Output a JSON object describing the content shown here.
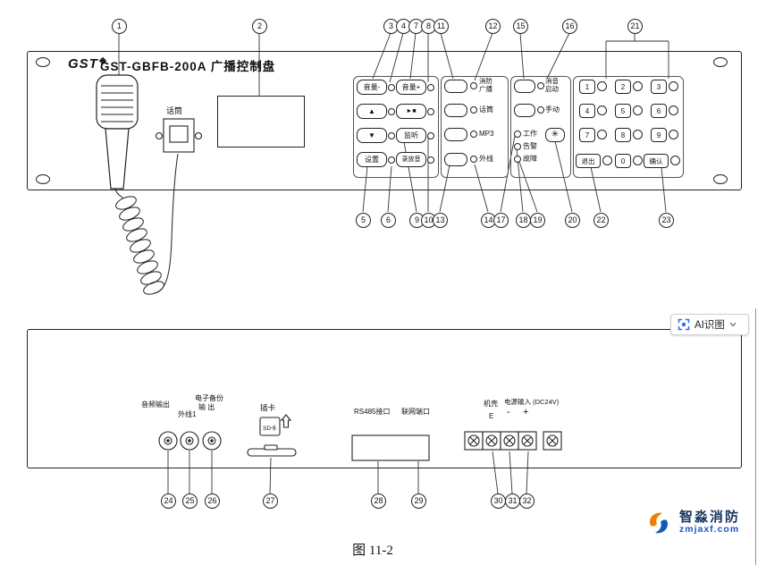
{
  "figure": {
    "caption": "图 11-2"
  },
  "overlay": {
    "ai_button_label": "AI识图"
  },
  "watermark": {
    "name": "智淼消防",
    "url": "zmjaxf.com"
  },
  "colors": {
    "line": "#222222",
    "accent_blue": "#2f6fe4",
    "logo_orange": "#ef7d00",
    "logo_blue": "#1659b5",
    "logo_navy": "#16355e"
  },
  "icons": {
    "ai_button": "scan-frame-icon",
    "dropdown": "chevron-down-icon",
    "sd_insert": "up-arrow-outline-icon",
    "gst_logo_star": "diamond-star",
    "microphone": "handheld-mic-with-coiled-cord"
  },
  "front": {
    "brand": "GST",
    "title": "GST-GBFB-200A 广播控制盘",
    "mic_label": "话筒",
    "keys": {
      "volume_minus": "音量-",
      "volume_plus": "音量+",
      "track_up": "▲",
      "play_stop": "►■",
      "track_down": "▼",
      "monitor": "监听",
      "setup": "设置",
      "record_play": "录放音",
      "mute_start": "消音启动",
      "manual": "手动",
      "self_test": "✳",
      "exit": "退出",
      "confirm": "确认"
    },
    "sources": [
      "消防广播",
      "话筒",
      "MP3",
      "外线"
    ],
    "indicators": [
      "工作",
      "告警",
      "故障"
    ],
    "digits": [
      "1",
      "2",
      "3",
      "4",
      "5",
      "6",
      "7",
      "8",
      "9",
      "0"
    ]
  },
  "rear": {
    "audio_output": "音频输出",
    "ext_line1": "外线1",
    "backup_line1": "电子备份",
    "backup_line2": "输 出",
    "card_slot": "插卡",
    "sd_label": "SD卡",
    "rs485": "RS485接口",
    "network": "联网端口",
    "chassis": "机壳",
    "chassis_e": "E",
    "power_input": "电源输入 (DC24V)",
    "minus": "-",
    "plus": "+"
  },
  "callouts": [
    "1",
    "2",
    "3",
    "4",
    "5",
    "6",
    "7",
    "8",
    "9",
    "10",
    "11",
    "12",
    "13",
    "14",
    "15",
    "16",
    "17",
    "18",
    "19",
    "20",
    "21",
    "22",
    "23",
    "24",
    "25",
    "26",
    "27",
    "28",
    "29",
    "30",
    "31",
    "32"
  ]
}
